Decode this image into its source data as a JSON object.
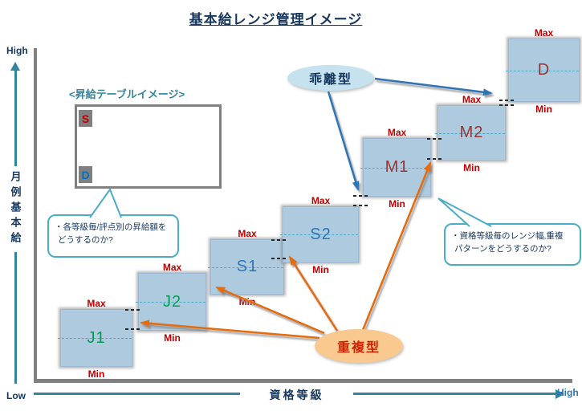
{
  "title": "基本給レンジ管理イメージ",
  "axes": {
    "y_label": "月例基本給",
    "x_label": "資格等級",
    "y_high": "High",
    "y_low": "Low",
    "x_high": "High"
  },
  "legend": {
    "title": "<昇給テーブルイメージ>",
    "top_cell": "S",
    "bottom_cell": "D"
  },
  "ellipses": {
    "divergence": "乖離型",
    "overlap": "重複型"
  },
  "callouts": {
    "left_line1": "・各等級毎/評点別の昇給額を",
    "left_line2": "どうするのか?",
    "right_line1": "・資格等級毎のレンジ幅,重複",
    "right_line2": "パターンをどうするのか?"
  },
  "range_labels": {
    "max": "Max",
    "min": "Min"
  },
  "grades": [
    {
      "label": "J1",
      "color": "#00A050"
    },
    {
      "label": "J2",
      "color": "#00A050"
    },
    {
      "label": "S1",
      "color": "#2E75B6"
    },
    {
      "label": "S2",
      "color": "#2E75B6"
    },
    {
      "label": "M1",
      "color": "#943634"
    },
    {
      "label": "M2",
      "color": "#943634"
    },
    {
      "label": "D",
      "color": "#943634"
    }
  ],
  "colors": {
    "box_fill": "#AECADF",
    "axis_teal": "#31859C",
    "arrow_blue": "#2E75B6",
    "arrow_orange": "#E36C0A",
    "max_min_red": "#C00000",
    "title_navy": "#17375E",
    "frame_gray": "#808080",
    "divergence_fill": "#C6E2EE",
    "overlap_fill": "#FAC98F"
  }
}
